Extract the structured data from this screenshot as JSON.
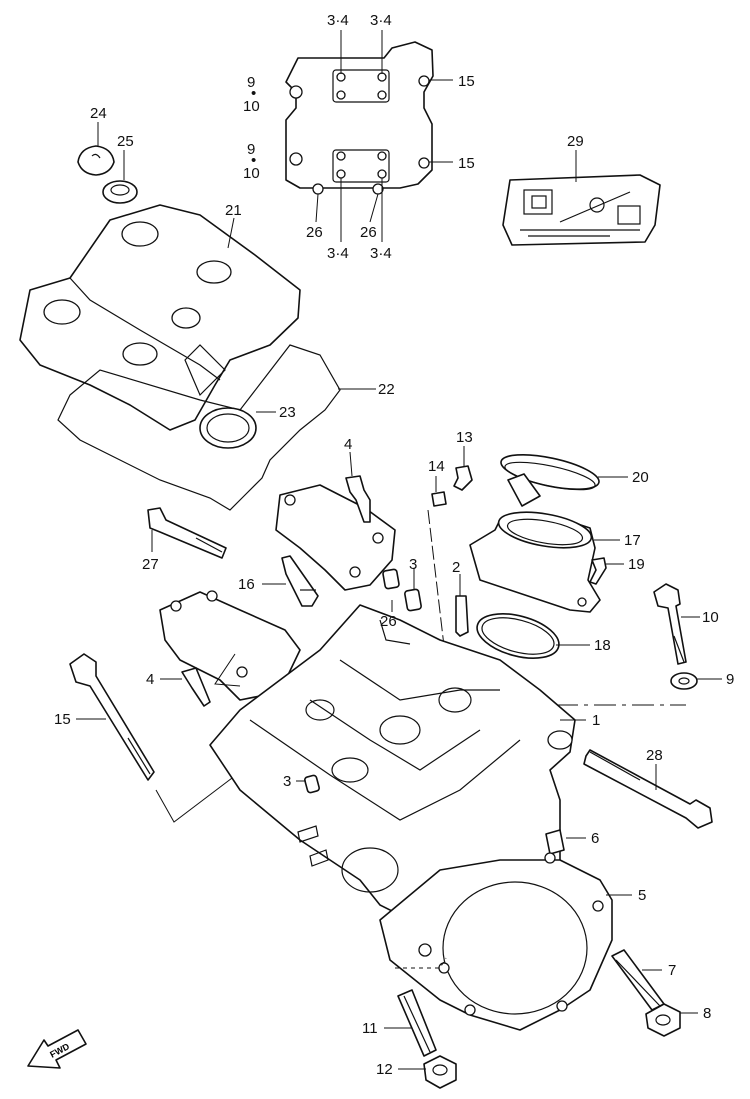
{
  "callouts": {
    "c1": "1",
    "c2": "2",
    "c3a": "3",
    "c3b": "3",
    "c4a": "4",
    "c4b": "4",
    "c5": "5",
    "c6": "6",
    "c7": "7",
    "c8": "8",
    "c9a": "9",
    "c9b": "9",
    "c9c": "9",
    "c10a": "10",
    "c10b": "10",
    "c10c": "10",
    "c11": "11",
    "c12": "12",
    "c13": "13",
    "c14": "14",
    "c15a": "15",
    "c15b": "15",
    "c15c": "15",
    "c16": "16",
    "c17": "17",
    "c18": "18",
    "c19": "19",
    "c20": "20",
    "c21": "21",
    "c22": "22",
    "c23": "23",
    "c24": "24",
    "c25": "25",
    "c26a": "26",
    "c26b": "26",
    "c26c": "26",
    "c27": "27",
    "c28": "28",
    "c29": "29",
    "c34a": "3·4",
    "c34b": "3·4",
    "c34c": "3·4",
    "c34d": "3·4"
  },
  "fwd_label": "FWD",
  "dot": "•"
}
